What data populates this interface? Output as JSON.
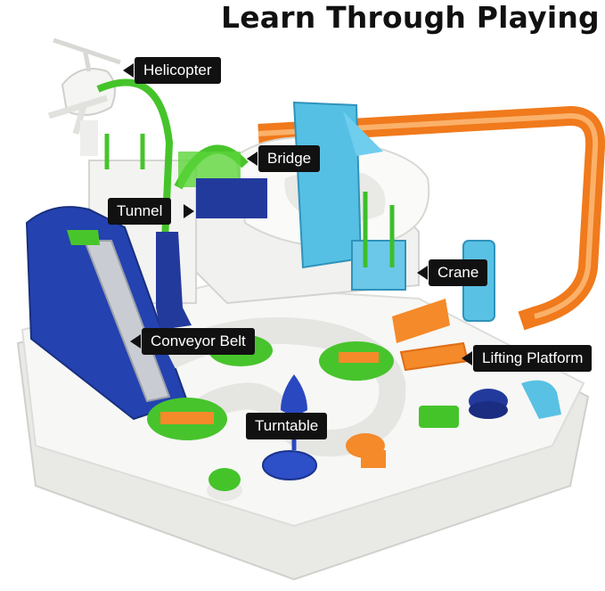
{
  "title": "Learn Through Playing",
  "labels": {
    "helicopter": "Helicopter",
    "bridge": "Bridge",
    "tunnel": "Tunnel",
    "crane": "Crane",
    "conveyor_belt": "Conveyor Belt",
    "lifting_platform": "Lifting Platform",
    "turntable": "Turntable"
  },
  "colors": {
    "board_white": "#f4f4f2",
    "track_orange": "#f07a1c",
    "crane_blue": "#4fb7dd",
    "dark_blue": "#2340a8",
    "green": "#45c42a",
    "label_bg": "#111111"
  }
}
